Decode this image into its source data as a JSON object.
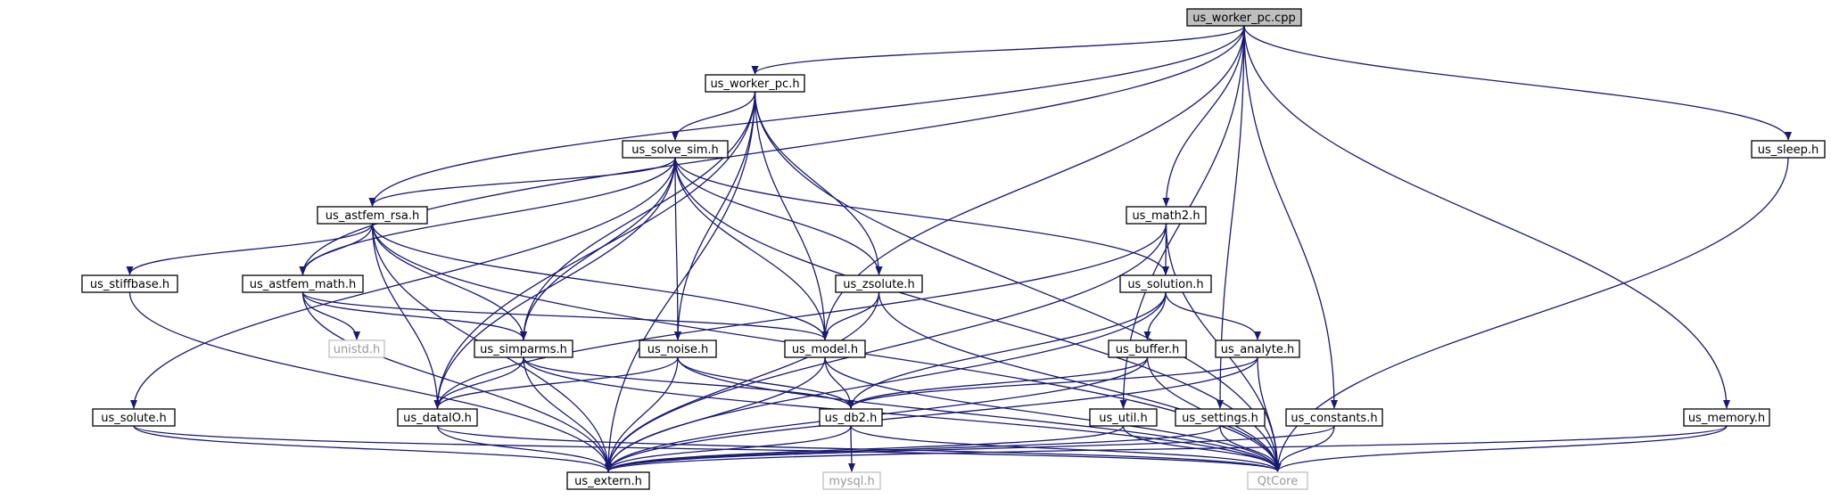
{
  "colors": {
    "edge": "#191970",
    "root_fill": "#bfbfbf",
    "node_fill": "#ffffff",
    "node_stroke": "#000000",
    "system_stroke": "#bfbfbf",
    "system_text": "#999999"
  },
  "nodes": [
    {
      "id": "root",
      "label": "us_worker_pc.cpp",
      "kind": "root"
    },
    {
      "id": "worker_h",
      "label": "us_worker_pc.h",
      "kind": "header"
    },
    {
      "id": "solve_sim",
      "label": "us_solve_sim.h",
      "kind": "header"
    },
    {
      "id": "astfem_rsa",
      "label": "us_astfem_rsa.h",
      "kind": "header"
    },
    {
      "id": "stiffbase",
      "label": "us_stiffbase.h",
      "kind": "header"
    },
    {
      "id": "astfem_math",
      "label": "us_astfem_math.h",
      "kind": "header"
    },
    {
      "id": "unistd",
      "label": "unistd.h",
      "kind": "system"
    },
    {
      "id": "simparms",
      "label": "us_simparms.h",
      "kind": "header"
    },
    {
      "id": "noise",
      "label": "us_noise.h",
      "kind": "header"
    },
    {
      "id": "zsolute",
      "label": "us_zsolute.h",
      "kind": "header"
    },
    {
      "id": "model",
      "label": "us_model.h",
      "kind": "header"
    },
    {
      "id": "solute",
      "label": "us_solute.h",
      "kind": "header"
    },
    {
      "id": "dataio",
      "label": "us_dataIO.h",
      "kind": "header"
    },
    {
      "id": "db2",
      "label": "us_db2.h",
      "kind": "header"
    },
    {
      "id": "mysql",
      "label": "mysql.h",
      "kind": "system"
    },
    {
      "id": "extern",
      "label": "us_extern.h",
      "kind": "header"
    },
    {
      "id": "qtcore",
      "label": "QtCore",
      "kind": "system"
    },
    {
      "id": "math2",
      "label": "us_math2.h",
      "kind": "header"
    },
    {
      "id": "solution",
      "label": "us_solution.h",
      "kind": "header"
    },
    {
      "id": "buffer",
      "label": "us_buffer.h",
      "kind": "header"
    },
    {
      "id": "analyte",
      "label": "us_analyte.h",
      "kind": "header"
    },
    {
      "id": "util",
      "label": "us_util.h",
      "kind": "header"
    },
    {
      "id": "settings",
      "label": "us_settings.h",
      "kind": "header"
    },
    {
      "id": "constants",
      "label": "us_constants.h",
      "kind": "header"
    },
    {
      "id": "memory",
      "label": "us_memory.h",
      "kind": "header"
    },
    {
      "id": "sleep",
      "label": "us_sleep.h",
      "kind": "header"
    }
  ],
  "edges": [
    [
      "root",
      "worker_h"
    ],
    [
      "root",
      "astfem_rsa"
    ],
    [
      "root",
      "astfem_math"
    ],
    [
      "root",
      "model"
    ],
    [
      "root",
      "math2"
    ],
    [
      "root",
      "util"
    ],
    [
      "root",
      "settings"
    ],
    [
      "root",
      "constants"
    ],
    [
      "root",
      "memory"
    ],
    [
      "root",
      "sleep"
    ],
    [
      "worker_h",
      "solve_sim"
    ],
    [
      "worker_h",
      "simparms"
    ],
    [
      "worker_h",
      "dataio"
    ],
    [
      "worker_h",
      "noise"
    ],
    [
      "worker_h",
      "zsolute"
    ],
    [
      "worker_h",
      "model"
    ],
    [
      "worker_h",
      "extern"
    ],
    [
      "worker_h",
      "qtcore"
    ],
    [
      "solve_sim",
      "astfem_rsa"
    ],
    [
      "solve_sim",
      "astfem_math"
    ],
    [
      "solve_sim",
      "solute"
    ],
    [
      "solve_sim",
      "simparms"
    ],
    [
      "solve_sim",
      "dataio"
    ],
    [
      "solve_sim",
      "noise"
    ],
    [
      "solve_sim",
      "model"
    ],
    [
      "solve_sim",
      "zsolute"
    ],
    [
      "solve_sim",
      "solution"
    ],
    [
      "solve_sim",
      "qtcore"
    ],
    [
      "astfem_rsa",
      "stiffbase"
    ],
    [
      "astfem_rsa",
      "astfem_math"
    ],
    [
      "astfem_rsa",
      "simparms"
    ],
    [
      "astfem_rsa",
      "dataio"
    ],
    [
      "astfem_rsa",
      "model"
    ],
    [
      "astfem_rsa",
      "extern"
    ],
    [
      "astfem_rsa",
      "qtcore"
    ],
    [
      "stiffbase",
      "extern"
    ],
    [
      "astfem_math",
      "unistd"
    ],
    [
      "astfem_math",
      "simparms"
    ],
    [
      "astfem_math",
      "model"
    ],
    [
      "astfem_math",
      "extern"
    ],
    [
      "simparms",
      "dataio"
    ],
    [
      "simparms",
      "db2"
    ],
    [
      "simparms",
      "extern"
    ],
    [
      "simparms",
      "qtcore"
    ],
    [
      "noise",
      "dataio"
    ],
    [
      "noise",
      "db2"
    ],
    [
      "noise",
      "extern"
    ],
    [
      "noise",
      "qtcore"
    ],
    [
      "zsolute",
      "model"
    ],
    [
      "zsolute",
      "extern"
    ],
    [
      "zsolute",
      "qtcore"
    ],
    [
      "model",
      "db2"
    ],
    [
      "model",
      "extern"
    ],
    [
      "model",
      "qtcore"
    ],
    [
      "solute",
      "extern"
    ],
    [
      "solute",
      "qtcore"
    ],
    [
      "dataio",
      "extern"
    ],
    [
      "dataio",
      "qtcore"
    ],
    [
      "db2",
      "mysql"
    ],
    [
      "db2",
      "extern"
    ],
    [
      "db2",
      "qtcore"
    ],
    [
      "math2",
      "solution"
    ],
    [
      "math2",
      "dataio"
    ],
    [
      "math2",
      "extern"
    ],
    [
      "math2",
      "qtcore"
    ],
    [
      "solution",
      "buffer"
    ],
    [
      "solution",
      "analyte"
    ],
    [
      "solution",
      "db2"
    ],
    [
      "solution",
      "extern"
    ],
    [
      "buffer",
      "db2"
    ],
    [
      "buffer",
      "extern"
    ],
    [
      "buffer",
      "qtcore"
    ],
    [
      "analyte",
      "db2"
    ],
    [
      "analyte",
      "extern"
    ],
    [
      "analyte",
      "qtcore"
    ],
    [
      "util",
      "extern"
    ],
    [
      "util",
      "qtcore"
    ],
    [
      "settings",
      "extern"
    ],
    [
      "settings",
      "qtcore"
    ],
    [
      "constants",
      "extern"
    ],
    [
      "constants",
      "qtcore"
    ],
    [
      "memory",
      "extern"
    ],
    [
      "memory",
      "qtcore"
    ],
    [
      "sleep",
      "qtcore"
    ]
  ]
}
